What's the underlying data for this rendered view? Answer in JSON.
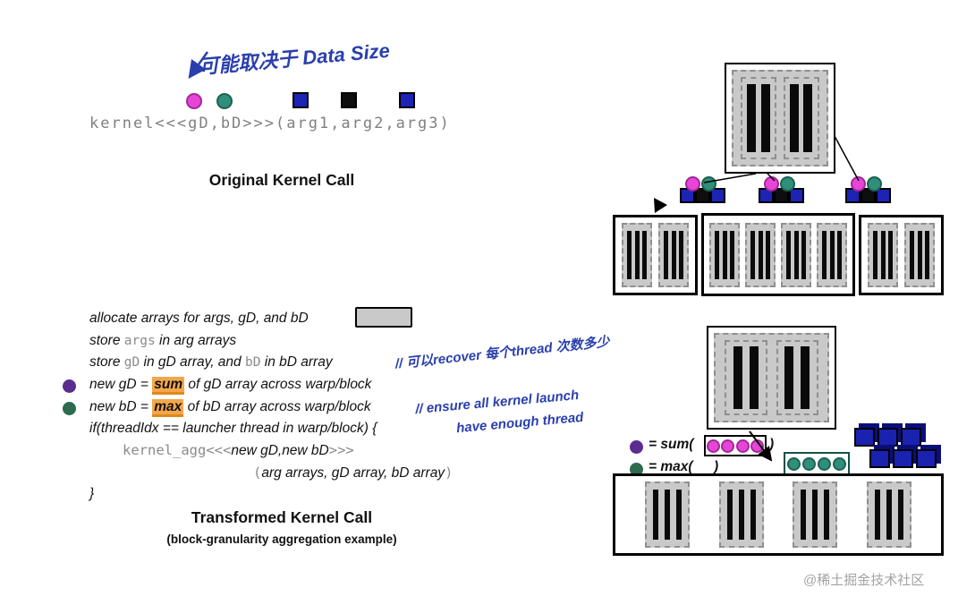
{
  "handwritten": {
    "top_note": "可能取决于 Data Size",
    "store_note": "// 可以recover 每个thread 次数多少",
    "ensure_note_line1": "// ensure all kernel launch",
    "ensure_note_line2": "have enough thread"
  },
  "original_call": {
    "code": "kernel<<<gD,bD>>>(arg1,arg2,arg3)",
    "label": "Original Kernel Call"
  },
  "pseudocode": {
    "l1": "allocate arrays for args, gD, and bD",
    "l2a": "store ",
    "l2code": "args",
    "l2b": " in arg arrays",
    "l3a": "store ",
    "l3code1": "gD",
    "l3b": " in gD array, and ",
    "l3code2": "bD",
    "l3c": " in bD array",
    "l4a": "new gD = ",
    "l4hl": "sum",
    "l4b": " of gD array across warp/block",
    "l5a": "new bD = ",
    "l5hl": "max",
    "l5b": " of bD array across warp/block",
    "l6": "if(threadIdx == launcher thread in warp/block) {",
    "l7code": "kernel_agg<<<",
    "l7args": "new gD,new bD",
    "l7close": ">>>",
    "l8open": "(",
    "l8text": "arg arrays, gD array, bD array",
    "l8close": ")",
    "l9": "}"
  },
  "transformed_call": {
    "label": "Transformed Kernel Call",
    "sublabel": "(block-granularity aggregation example)"
  },
  "legend": {
    "sum_label": "= sum(",
    "sum_close": ")",
    "max_label": "= max(",
    "max_close": ")"
  },
  "watermark": "@稀土掘金技术社区",
  "colors": {
    "magenta": "#e845d8",
    "teal": "#2f8f7a",
    "blue_square": "#1c23b5",
    "purple_bullet": "#5b2d8e",
    "green_bullet": "#2d6a4f",
    "highlight_orange": "#f3a64b",
    "handwriting_blue": "#2a3fae",
    "code_gray": "#808080"
  }
}
